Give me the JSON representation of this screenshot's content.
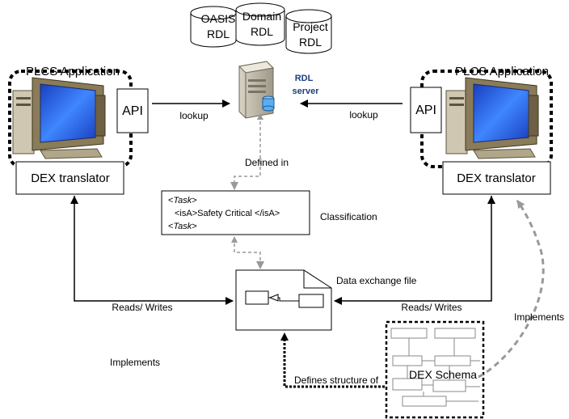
{
  "databases": {
    "oasis": [
      "OASIS",
      "RDL"
    ],
    "domain": [
      "Domain",
      "RDL"
    ],
    "project": [
      "Project",
      "RDL"
    ]
  },
  "server": {
    "label_line1": "RDL",
    "label_line2": "server"
  },
  "left_app": {
    "title": "PLCS Application",
    "api": "API",
    "translator": "DEX translator",
    "lookup": "lookup",
    "reads_writes": "Reads/ Writes"
  },
  "right_app": {
    "title": "PLCS Application",
    "api": "API",
    "translator": "DEX translator",
    "lookup": "lookup",
    "reads_writes": "Reads/ Writes"
  },
  "defined_in": "Defined in",
  "classification": {
    "label": "Classification",
    "line1_open": "<",
    "line1_tag": "Task",
    "line1_close": ">",
    "line2": "<isA>Safety Critical </isA>",
    "line3_open": "<",
    "line3_tag": "Task",
    "line3_close": ">"
  },
  "data_exchange_file": "Data exchange file",
  "dex_schema": {
    "label": "DEX Schema",
    "defines_structure": "Defines structure of",
    "implements_right": "Implements",
    "implements_left": "Implements"
  },
  "colors": {
    "screen": "#2b6cf0",
    "monitor": "#7a6a4a",
    "arrow": "#000000",
    "dashed_arrow": "#999999",
    "server_label": "#1f3f7a"
  }
}
